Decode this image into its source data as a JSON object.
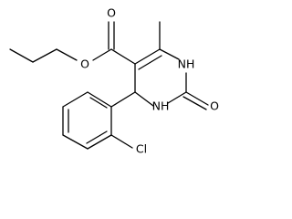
{
  "structure": {
    "atoms": {
      "carbonyl_oxygen": "O",
      "ester_oxygen": "O",
      "nh_top": "NH",
      "nh_bottom": "NH",
      "ring_oxygen": "O",
      "chlorine": "Cl"
    },
    "colors": {
      "ink": "#000000",
      "background": "#ffffff"
    }
  }
}
